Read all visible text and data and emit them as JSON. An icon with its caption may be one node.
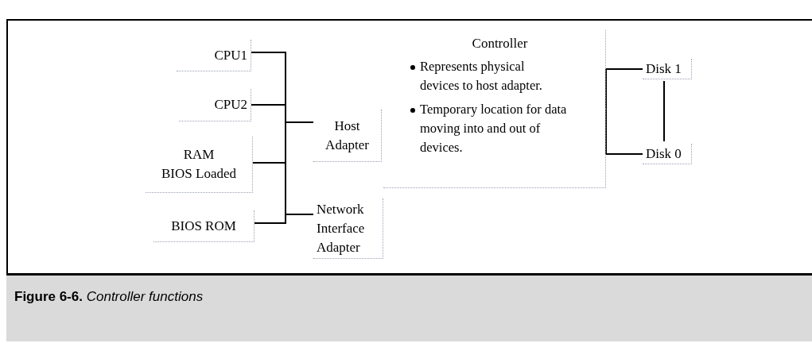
{
  "diagram": {
    "caption": "**Figure 6-6.** *Controller functions*",
    "nodes": [
      {
        "text": [
          "CPU1"
        ]
      },
      {
        "text": [
          "CPU2"
        ]
      },
      {
        "text": [
          "RAM",
          "BIOS Loaded"
        ]
      },
      {
        "text": [
          "BIOS ROM"
        ]
      },
      {
        "text": [
          "Host Adapter"
        ]
      },
      {
        "text": [
          "Network Interface Adapter"
        ]
      },
      {
        "text": [
          "Controller",
          "Represents physical devices to host adapter.",
          "Temporary location for data moving into and out of devices."
        ]
      },
      {
        "text": [
          "Disk 1"
        ]
      },
      {
        "text": [
          "Disk 0"
        ]
      }
    ],
    "edges": [
      {
        "from": 0,
        "to": 4,
        "arrow": "none"
      },
      {
        "from": 1,
        "to": 4,
        "arrow": "none"
      },
      {
        "from": 2,
        "to": 4,
        "arrow": "none"
      },
      {
        "from": 3,
        "to": 4,
        "arrow": "none"
      },
      {
        "from": 0,
        "to": 5,
        "arrow": "none"
      },
      {
        "from": 1,
        "to": 5,
        "arrow": "none"
      },
      {
        "from": 2,
        "to": 5,
        "arrow": "none"
      },
      {
        "from": 3,
        "to": 5,
        "arrow": "none"
      },
      {
        "from": 6,
        "to": 7,
        "arrow": "none"
      },
      {
        "from": 6,
        "to": 8,
        "arrow": "none"
      },
      {
        "from": 7,
        "to": 8,
        "arrow": "none"
      }
    ]
  }
}
